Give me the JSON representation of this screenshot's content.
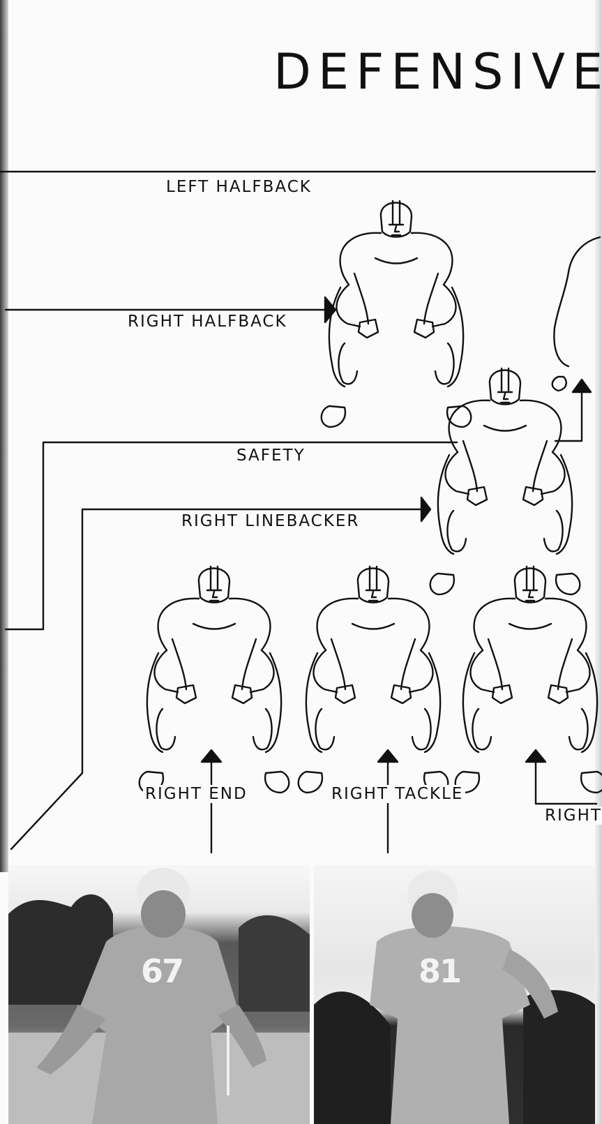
{
  "page": {
    "title": "DEFENSIVE"
  },
  "positions": {
    "left_halfback": "LEFT HALFBACK",
    "right_halfback": "RIGHT HALFBACK",
    "safety": "SAFETY",
    "right_linebacker": "RIGHT LINEBACKER",
    "right_end": "RIGHT END",
    "right_tackle": "RIGHT TACKLE",
    "right_partial": "RIGHT"
  },
  "photos": {
    "left_jersey_number": "67",
    "right_jersey_number": "81"
  },
  "colors": {
    "ink": "#111111",
    "paper": "#fbfbfb"
  }
}
